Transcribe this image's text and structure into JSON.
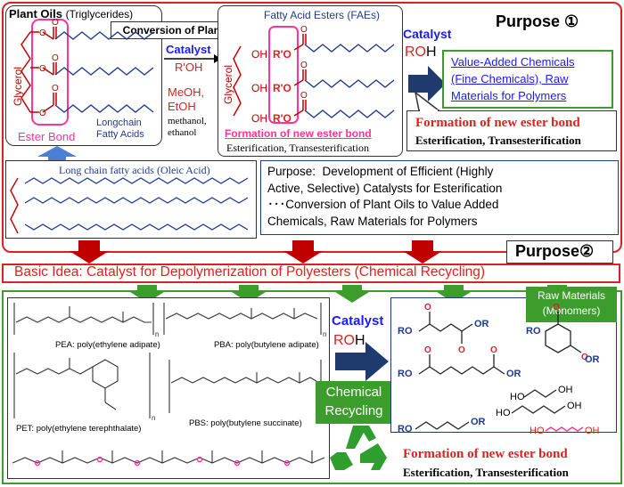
{
  "top": {
    "plant_oils": "Plant Oils",
    "triglycerides": "(Triglycerides)",
    "conversion": "Conversion of Plant Oil",
    "glycerol_left": "Glycerol",
    "ester_bond": "Ester Bond",
    "longchain": "Longchain\nFatty Acids",
    "catalyst1": "Catalyst",
    "r_oh": "R'OH",
    "meoh": "MeOH,",
    "etoh": "EtOH",
    "methanol": "methanol,\nethanol",
    "fae_title": "Fatty Acid Esters (FAEs)",
    "glycerol_right": "Glycerol",
    "oh": "OH",
    "r_prime_o": "R'O",
    "formation_new": "Formation of new ester bond",
    "ester_trans": "Esterification, Transesterification",
    "purpose1": "Purpose ①",
    "catalyst2": "Catalyst",
    "roh2_r": "RO",
    "roh2_h": "H",
    "value_added": "Value-Added Chemicals\n(Fine Chemicals), Raw\nMaterials for Polymers",
    "formation_right": "Formation of new ester bond",
    "ester_trans_right": "Esterification, Transesterification",
    "oleic": "Long chain fatty acids (Oleic Acid)",
    "purpose_desc": "Purpose:  Development of Efficient (Highly\nActive, Selective) Catalysts for Esterification\n･･･Conversion of Plant Oils to Value Added\nChemicals, Raw Materials for Polymers"
  },
  "purpose2": "Purpose②",
  "basic_idea": "Basic Idea: Catalyst for Depolymerization of Polyesters (Chemical Recycling)",
  "bottom": {
    "pea": "PEA: poly(ethylene adipate)",
    "pba": "PBA: poly(butylene adipate)",
    "pet": "PET: poly(ethylene terephthalate)",
    "pbs": "PBS: poly(butylene succinate)",
    "catalyst": "Catalyst",
    "roh_r": "RO",
    "roh_h": "H",
    "chemical_recycling": "Chemical\nRecycling",
    "raw_materials": "Raw Materials\n(Monomers)",
    "formation": "Formation of new ester bond",
    "ester_trans": "Esterification, Transesterification",
    "ro": "RO",
    "or": "OR",
    "ho": "HO",
    "oh": "OH"
  },
  "colors": {
    "red": "#e02020",
    "darkred": "#c00000",
    "blue": "#1a1aff",
    "navy": "#1f3a6e",
    "green": "#3c9d2c",
    "pink": "#ff3399"
  }
}
